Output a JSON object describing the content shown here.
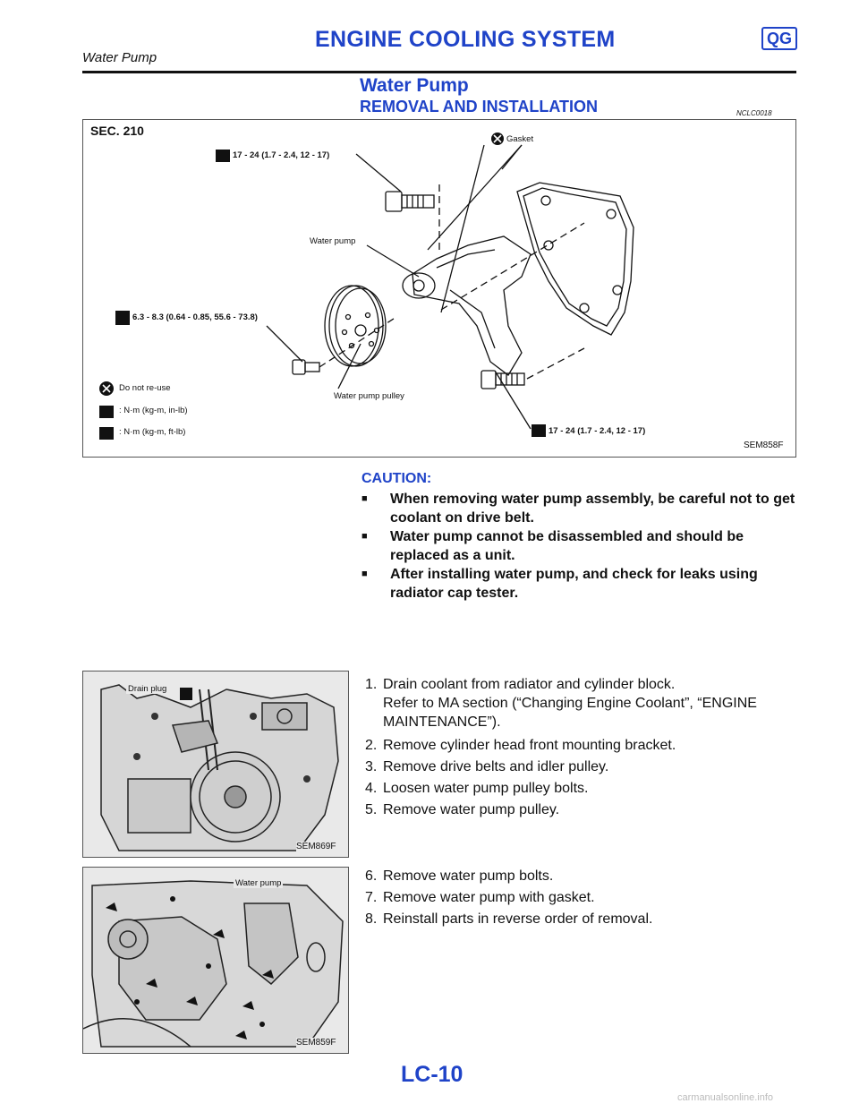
{
  "header": {
    "title": "ENGINE COOLING SYSTEM",
    "badge": "QG",
    "subtitle": "Water Pump"
  },
  "section": {
    "title": "Water Pump",
    "subtitle": "REMOVAL AND INSTALLATION",
    "ref_code": "NCLC0018"
  },
  "figure1": {
    "sec": "SEC. 210",
    "code": "SEM858F",
    "torque_top": "17 - 24 (1.7 - 2.4, 12 - 17)",
    "gasket": "Gasket",
    "water_pump": "Water pump",
    "torque_pulley": "6.3 - 8.3 (0.64 - 0.85, 55.6 - 73.8)",
    "water_pump_pulley": "Water pump pulley",
    "torque_bottom": "17 - 24 (1.7 - 2.4, 12 - 17)",
    "legend_reuse": "Do not re-use",
    "legend_inlb": ": N·m (kg-m, in-lb)",
    "legend_ftlb": ": N·m (kg-m, ft-lb)"
  },
  "caution": {
    "title": "CAUTION:",
    "bullets": [
      "When removing water pump assembly, be careful not to get coolant on drive belt.",
      "Water pump cannot be disassembled and should be replaced as a unit.",
      "After installing water pump, and check for leaks using radiator cap tester."
    ]
  },
  "figure2": {
    "code": "SEM869F",
    "label": "Drain plug"
  },
  "figure3": {
    "code": "SEM859F",
    "label": "Water pump"
  },
  "steps": [
    {
      "num": "1.",
      "text": "Drain coolant from radiator and cylinder block."
    },
    {
      "num": "",
      "text": "Refer to MA section (“Changing Engine Coolant”, “ENGINE MAINTENANCE”)."
    },
    {
      "num": "2.",
      "text": "Remove cylinder head front mounting bracket."
    },
    {
      "num": "3.",
      "text": "Remove drive belts and idler pulley."
    },
    {
      "num": "4.",
      "text": "Loosen water pump pulley bolts."
    },
    {
      "num": "5.",
      "text": "Remove water pump pulley."
    },
    {
      "num": "6.",
      "text": "Remove water pump bolts."
    },
    {
      "num": "7.",
      "text": "Remove water pump with gasket."
    },
    {
      "num": "8.",
      "text": "Reinstall parts in reverse order of removal."
    }
  ],
  "page_number": "LC-10",
  "footer": "carmanualsonline.info",
  "colors": {
    "heading": "#1f43c8",
    "text": "#111111"
  }
}
